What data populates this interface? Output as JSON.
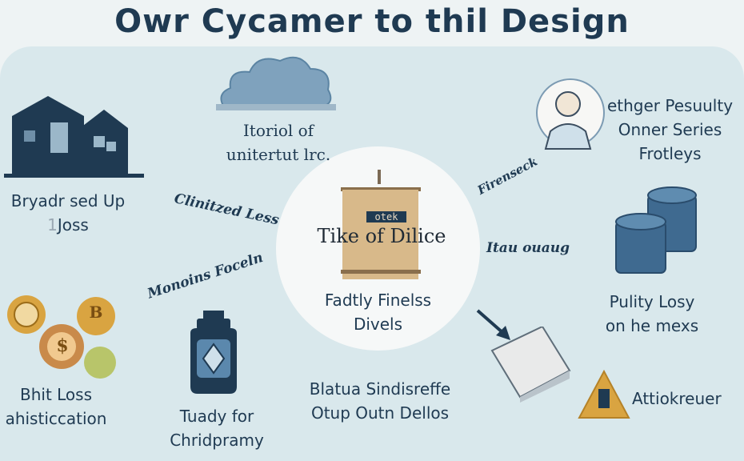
{
  "title": "Owr Cycamer to thil Design",
  "center": {
    "box_label": "Tike of Dilice",
    "tag": "otek",
    "caption_line1": "Fadtly Finelss",
    "caption_line2": "Divels"
  },
  "cloud": {
    "line1": "Itoriol of",
    "line2": "unitertut lrc."
  },
  "house": {
    "line1": "Bryadr sed Up",
    "line2": "Joss",
    "mark": "1"
  },
  "coins": {
    "line1": "Bhit Loss",
    "line2": "ahisticcation",
    "symbol_b": "B",
    "symbol_s": "$"
  },
  "jar": {
    "line1": "Tuady for",
    "line2": "Chridpramy"
  },
  "bottom_center": {
    "line1": "Blatua Sindisreffe",
    "line2": "Otup Outn Dellos"
  },
  "person": {
    "line1": "ethger Pesuulty",
    "line2": "Onner Series",
    "line3": "Frotleys"
  },
  "stack": {
    "line1": "Pulity Losy",
    "line2": "on he mexs"
  },
  "warning": {
    "label": "Attiokreuer"
  },
  "arrows": {
    "top_left": "Clinitzed Less",
    "bottom_left": "Monoins Foceln",
    "top_right": "Firenseck",
    "right": "Itau ouaug"
  },
  "colors": {
    "navy": "#1f3a52",
    "panel": "#d9e8ec",
    "gold": "#d9a441",
    "box": "#d8b98a",
    "steel": "#3f6a90"
  }
}
